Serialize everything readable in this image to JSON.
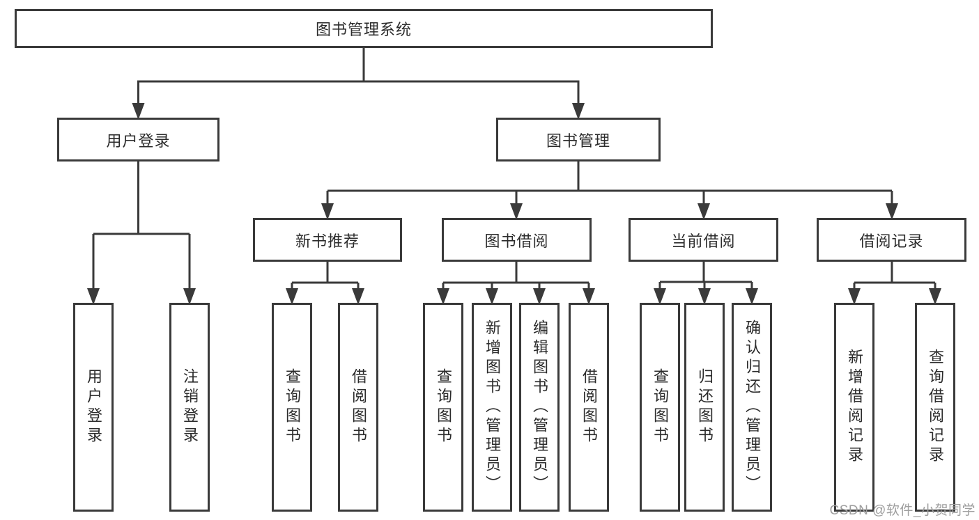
{
  "diagram": {
    "type": "hierarchy-tree",
    "colors": {
      "line": "#3a3a3a",
      "box_border": "#3a3a3a",
      "text": "#2b2b2b",
      "watermark": "#9e9e9e",
      "background": "#ffffff"
    },
    "root": {
      "label": "图书管理系统"
    },
    "level2": [
      {
        "label": "用户登录",
        "parent": "图书管理系统"
      },
      {
        "label": "图书管理",
        "parent": "图书管理系统"
      }
    ],
    "level3": [
      {
        "label": "新书推荐",
        "parent": "图书管理"
      },
      {
        "label": "图书借阅",
        "parent": "图书管理"
      },
      {
        "label": "当前借阅",
        "parent": "图书管理"
      },
      {
        "label": "借阅记录",
        "parent": "图书管理"
      }
    ],
    "leaves": [
      {
        "label": "用户登录",
        "parent": "用户登录"
      },
      {
        "label": "注销登录",
        "parent": "用户登录"
      },
      {
        "label": "查询图书",
        "parent": "新书推荐"
      },
      {
        "label": "借阅图书",
        "parent": "新书推荐"
      },
      {
        "label": "查询图书",
        "parent": "图书借阅"
      },
      {
        "label": "新增图书（管理员）",
        "parent": "图书借阅"
      },
      {
        "label": "编辑图书（管理员）",
        "parent": "图书借阅"
      },
      {
        "label": "借阅图书",
        "parent": "图书借阅"
      },
      {
        "label": "查询图书",
        "parent": "当前借阅"
      },
      {
        "label": "归还图书",
        "parent": "当前借阅"
      },
      {
        "label": "确认归还（管理员）",
        "parent": "当前借阅"
      },
      {
        "label": "新增借阅记录",
        "parent": "借阅记录"
      },
      {
        "label": "查询借阅记录",
        "parent": "借阅记录"
      }
    ],
    "watermark": "CSDN @软件_小贺同学"
  }
}
